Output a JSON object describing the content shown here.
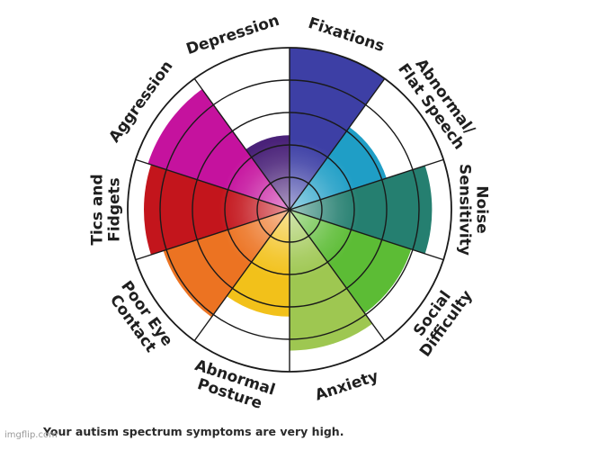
{
  "chart_data": {
    "type": "polar-area",
    "rings": 5,
    "max_value": 5,
    "categories": [
      {
        "id": "fixations",
        "lines": [
          "Fixations"
        ],
        "value": 5.0,
        "color": "#3d3fa5"
      },
      {
        "id": "abnormal-flat-speech",
        "lines": [
          "Abnormal/",
          "Flat Speech"
        ],
        "value": 3.15,
        "color": "#1f9ec6"
      },
      {
        "id": "noise-sensitivity",
        "lines": [
          "Noise",
          "Sensitivity"
        ],
        "value": 4.4,
        "color": "#257f70"
      },
      {
        "id": "social-difficulty",
        "lines": [
          "Social",
          "Difficulty"
        ],
        "value": 3.95,
        "color": "#5cbc35"
      },
      {
        "id": "anxiety",
        "lines": [
          "Anxiety"
        ],
        "value": 4.35,
        "color": "#9ec751"
      },
      {
        "id": "abnormal-posture",
        "lines": [
          "Abnormal",
          "Posture"
        ],
        "value": 3.3,
        "color": "#f2c11a"
      },
      {
        "id": "poor-eye-contact",
        "lines": [
          "Poor Eye",
          "Contact"
        ],
        "value": 4.1,
        "color": "#ec7322"
      },
      {
        "id": "tics-and-fidgets",
        "lines": [
          "Tics and",
          "Fidgets"
        ],
        "value": 4.5,
        "color": "#c3151c"
      },
      {
        "id": "aggression",
        "lines": [
          "Aggression"
        ],
        "value": 4.6,
        "color": "#c5129e"
      },
      {
        "id": "depression",
        "lines": [
          "Depression"
        ],
        "value": 2.3,
        "color": "#4a2279"
      }
    ]
  },
  "caption": "Your autism spectrum symptoms are very high.",
  "watermark": "imgflip.com"
}
